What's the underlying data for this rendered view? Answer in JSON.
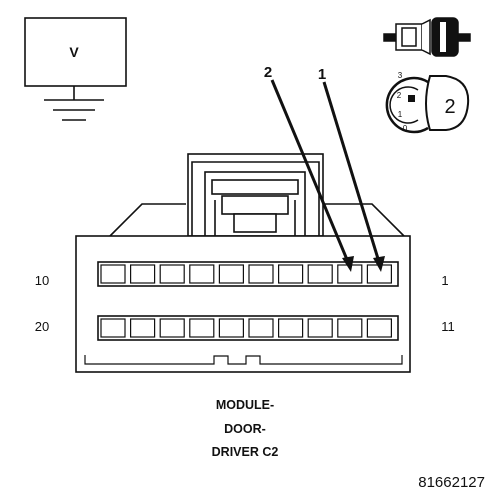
{
  "meter": {
    "symbol": "V"
  },
  "pin_callouts": {
    "left": "2",
    "right": "1"
  },
  "key_view": {
    "ticks": [
      "3",
      "2",
      "1",
      "0"
    ],
    "position": "2"
  },
  "connector": {
    "row1_left": "10",
    "row1_right": "1",
    "row2_left": "20",
    "row2_right": "11"
  },
  "label": {
    "line1": "MODULE-",
    "line2": "DOOR-",
    "line3": "DRIVER C2"
  },
  "figure_id": "81662127"
}
